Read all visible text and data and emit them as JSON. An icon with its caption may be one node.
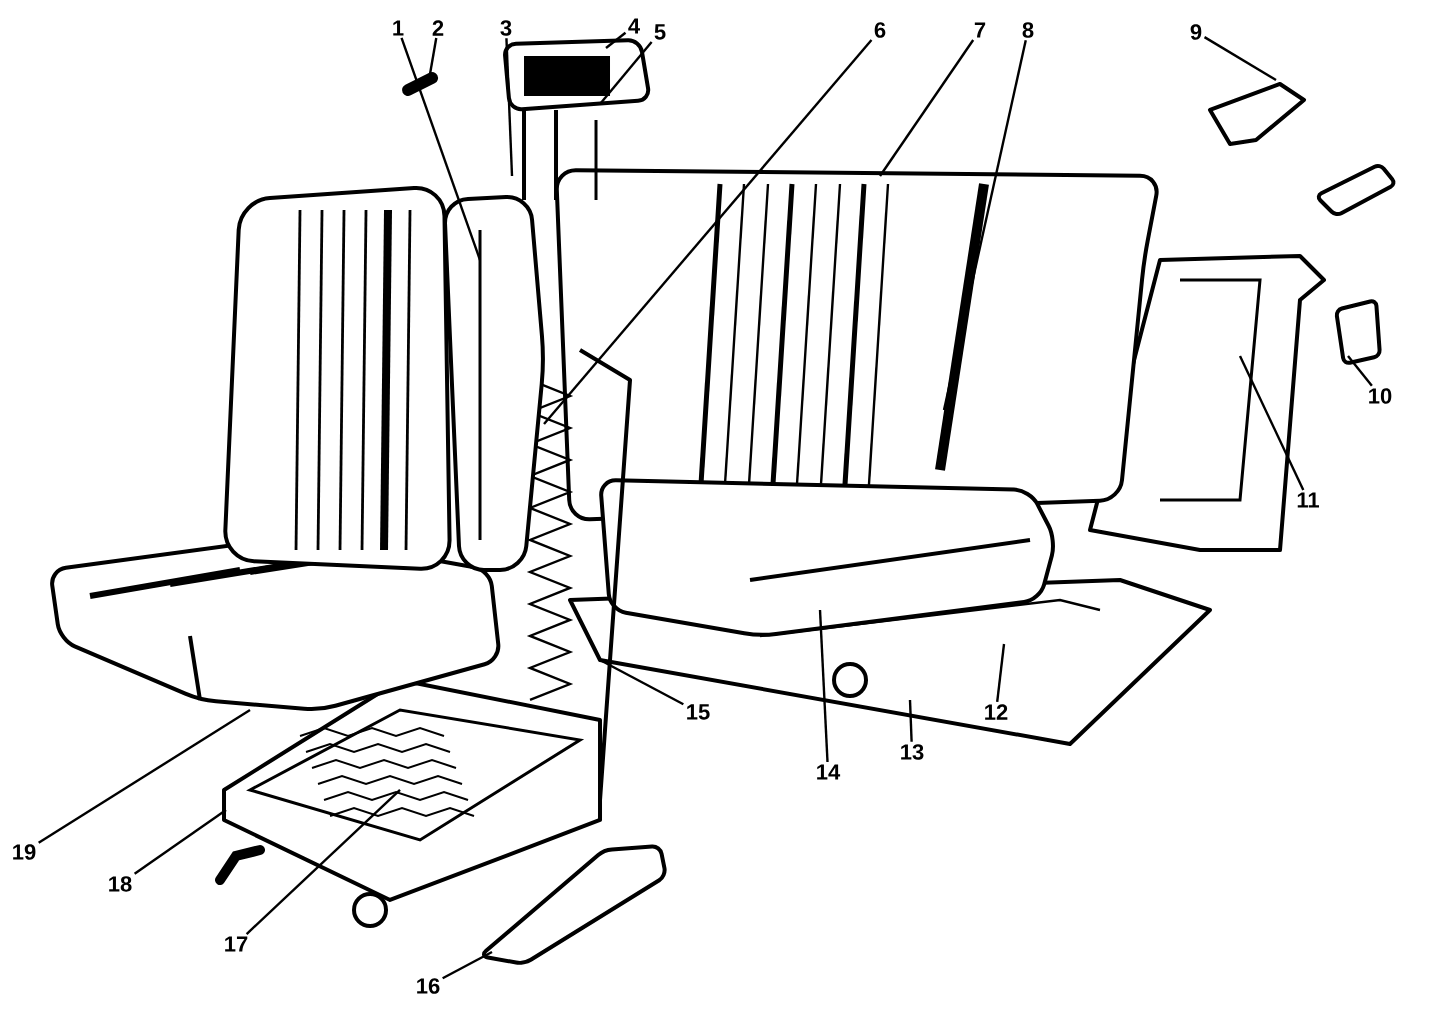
{
  "diagram": {
    "nodes": [
      {
        "text": [
          "1"
        ]
      },
      {
        "text": [
          "2"
        ]
      },
      {
        "text": [
          "3"
        ]
      },
      {
        "text": [
          "4"
        ]
      },
      {
        "text": [
          "5"
        ]
      },
      {
        "text": [
          "6"
        ]
      },
      {
        "text": [
          "7"
        ]
      },
      {
        "text": [
          "8"
        ]
      },
      {
        "text": [
          "9"
        ]
      },
      {
        "text": [
          "10"
        ]
      },
      {
        "text": [
          "11"
        ]
      },
      {
        "text": [
          "12"
        ]
      },
      {
        "text": [
          "13"
        ]
      },
      {
        "text": [
          "14"
        ]
      },
      {
        "text": [
          "15"
        ]
      },
      {
        "text": [
          "16"
        ]
      },
      {
        "text": [
          "17"
        ]
      },
      {
        "text": [
          "18"
        ]
      },
      {
        "text": [
          "19"
        ]
      }
    ],
    "edges": [
      {
        "from": 0,
        "to": null,
        "arrow": "none"
      },
      {
        "from": 1,
        "to": null,
        "arrow": "none"
      },
      {
        "from": 2,
        "to": null,
        "arrow": "none"
      },
      {
        "from": 3,
        "to": null,
        "arrow": "none"
      },
      {
        "from": 4,
        "to": null,
        "arrow": "none"
      },
      {
        "from": 5,
        "to": null,
        "arrow": "none"
      },
      {
        "from": 6,
        "to": null,
        "arrow": "none"
      },
      {
        "from": 7,
        "to": null,
        "arrow": "none"
      },
      {
        "from": 8,
        "to": null,
        "arrow": "none"
      },
      {
        "from": 9,
        "to": null,
        "arrow": "none"
      },
      {
        "from": 10,
        "to": null,
        "arrow": "none"
      },
      {
        "from": 11,
        "to": null,
        "arrow": "none"
      },
      {
        "from": 12,
        "to": null,
        "arrow": "none"
      },
      {
        "from": 13,
        "to": null,
        "arrow": "none"
      },
      {
        "from": 14,
        "to": null,
        "arrow": "none"
      },
      {
        "from": 15,
        "to": null,
        "arrow": "none"
      },
      {
        "from": 16,
        "to": null,
        "arrow": "none"
      },
      {
        "from": 17,
        "to": null,
        "arrow": "none"
      },
      {
        "from": 18,
        "to": null,
        "arrow": "none"
      }
    ]
  }
}
